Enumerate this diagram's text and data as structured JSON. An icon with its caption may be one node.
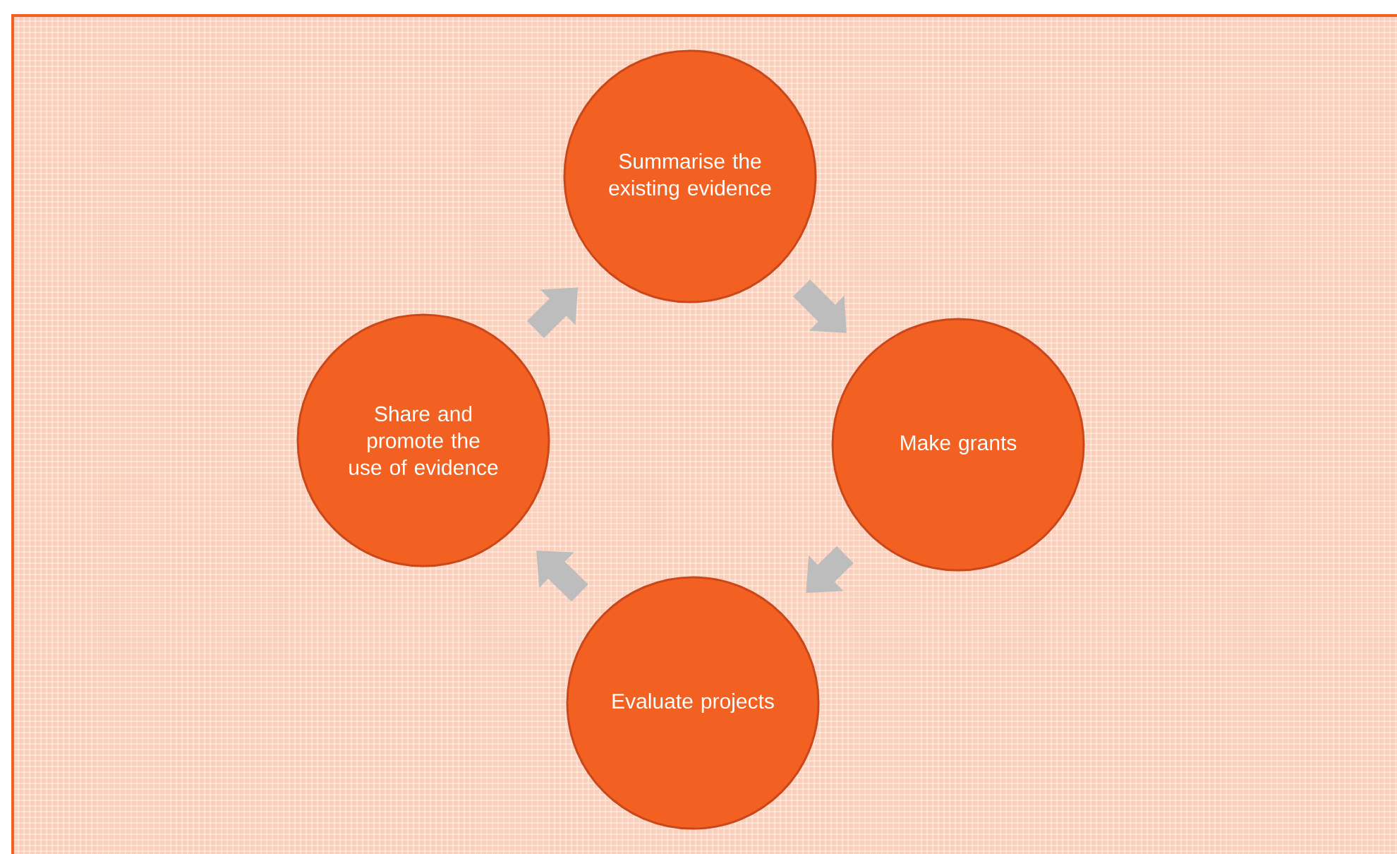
{
  "diagram": {
    "nodes": [
      {
        "text": [
          "Summarise the existing evidence"
        ]
      },
      {
        "text": [
          "Make grants"
        ]
      },
      {
        "text": [
          "Evaluate projects"
        ]
      },
      {
        "text": [
          "Share and promote the use of evidence"
        ]
      }
    ],
    "edges": [
      {
        "from": 0,
        "to": 1,
        "arrow": "to"
      },
      {
        "from": 1,
        "to": 2,
        "arrow": "to"
      },
      {
        "from": 2,
        "to": 3,
        "arrow": "to"
      },
      {
        "from": 3,
        "to": 0,
        "arrow": "to"
      }
    ]
  }
}
